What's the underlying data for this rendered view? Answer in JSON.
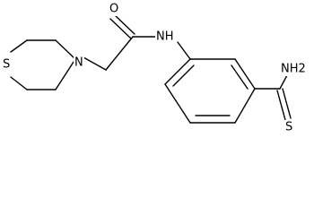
{
  "atoms": {
    "oxygen": "O",
    "amide_nitrogen": "NH",
    "morpholine_sulfur": "S",
    "morpholine_nitrogen": "N",
    "thioamide_amine": "NH2",
    "thioamide_sulfur": "S"
  }
}
